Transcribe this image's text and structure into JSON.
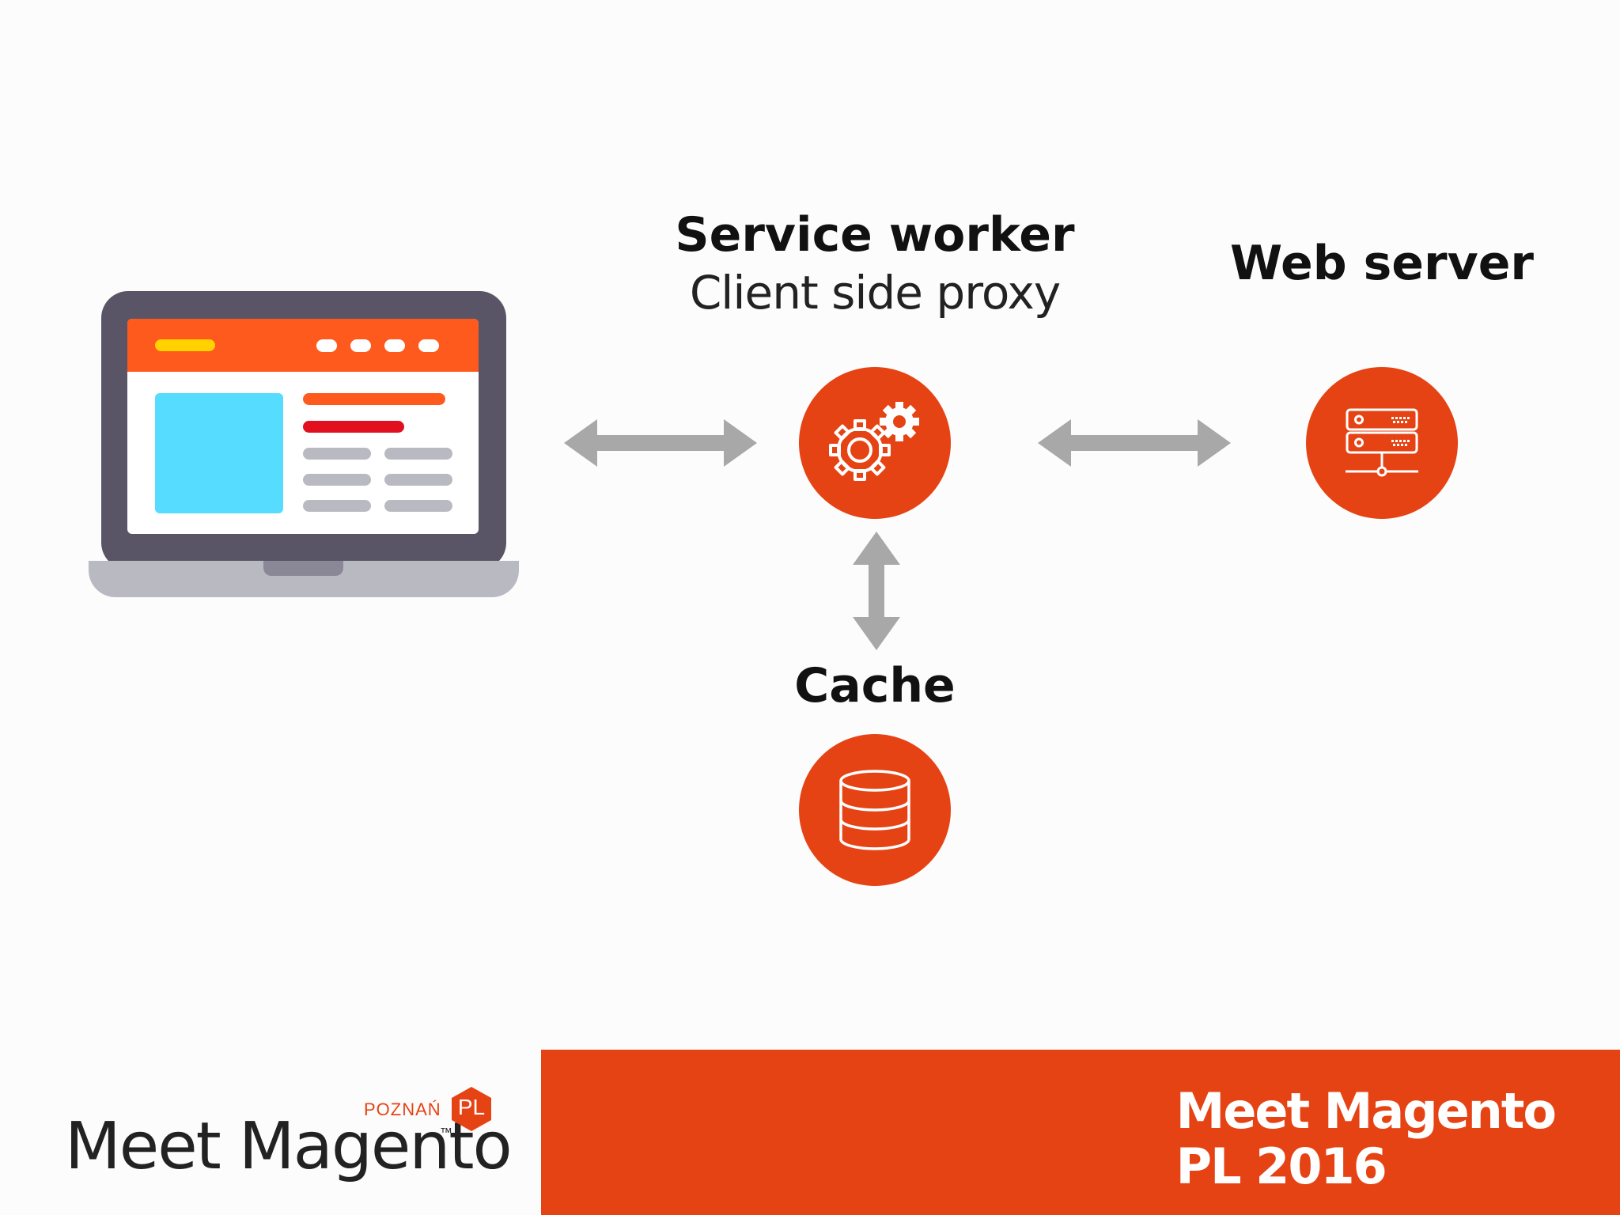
{
  "nodes": {
    "service_worker": {
      "title": "Service worker",
      "subtitle": "Client side proxy",
      "icon": "gears-icon"
    },
    "web_server": {
      "title": "Web server",
      "icon": "server-icon"
    },
    "cache": {
      "title": "Cache",
      "icon": "database-icon"
    },
    "client": {
      "icon": "laptop-icon"
    }
  },
  "footer": {
    "logo_text": "Meet Magento",
    "logo_tm": "™",
    "logo_city": "POZNAŃ",
    "logo_country": "PL",
    "event_line1": "Meet Magento",
    "event_line2": "PL 2016"
  },
  "colors": {
    "accent": "#e64314",
    "arrow": "#a8a8a8",
    "laptop_frame": "#5a5566",
    "laptop_base": "#b9b9c1",
    "screen_header": "#fe5a1d",
    "screen_image": "#55dcff"
  }
}
